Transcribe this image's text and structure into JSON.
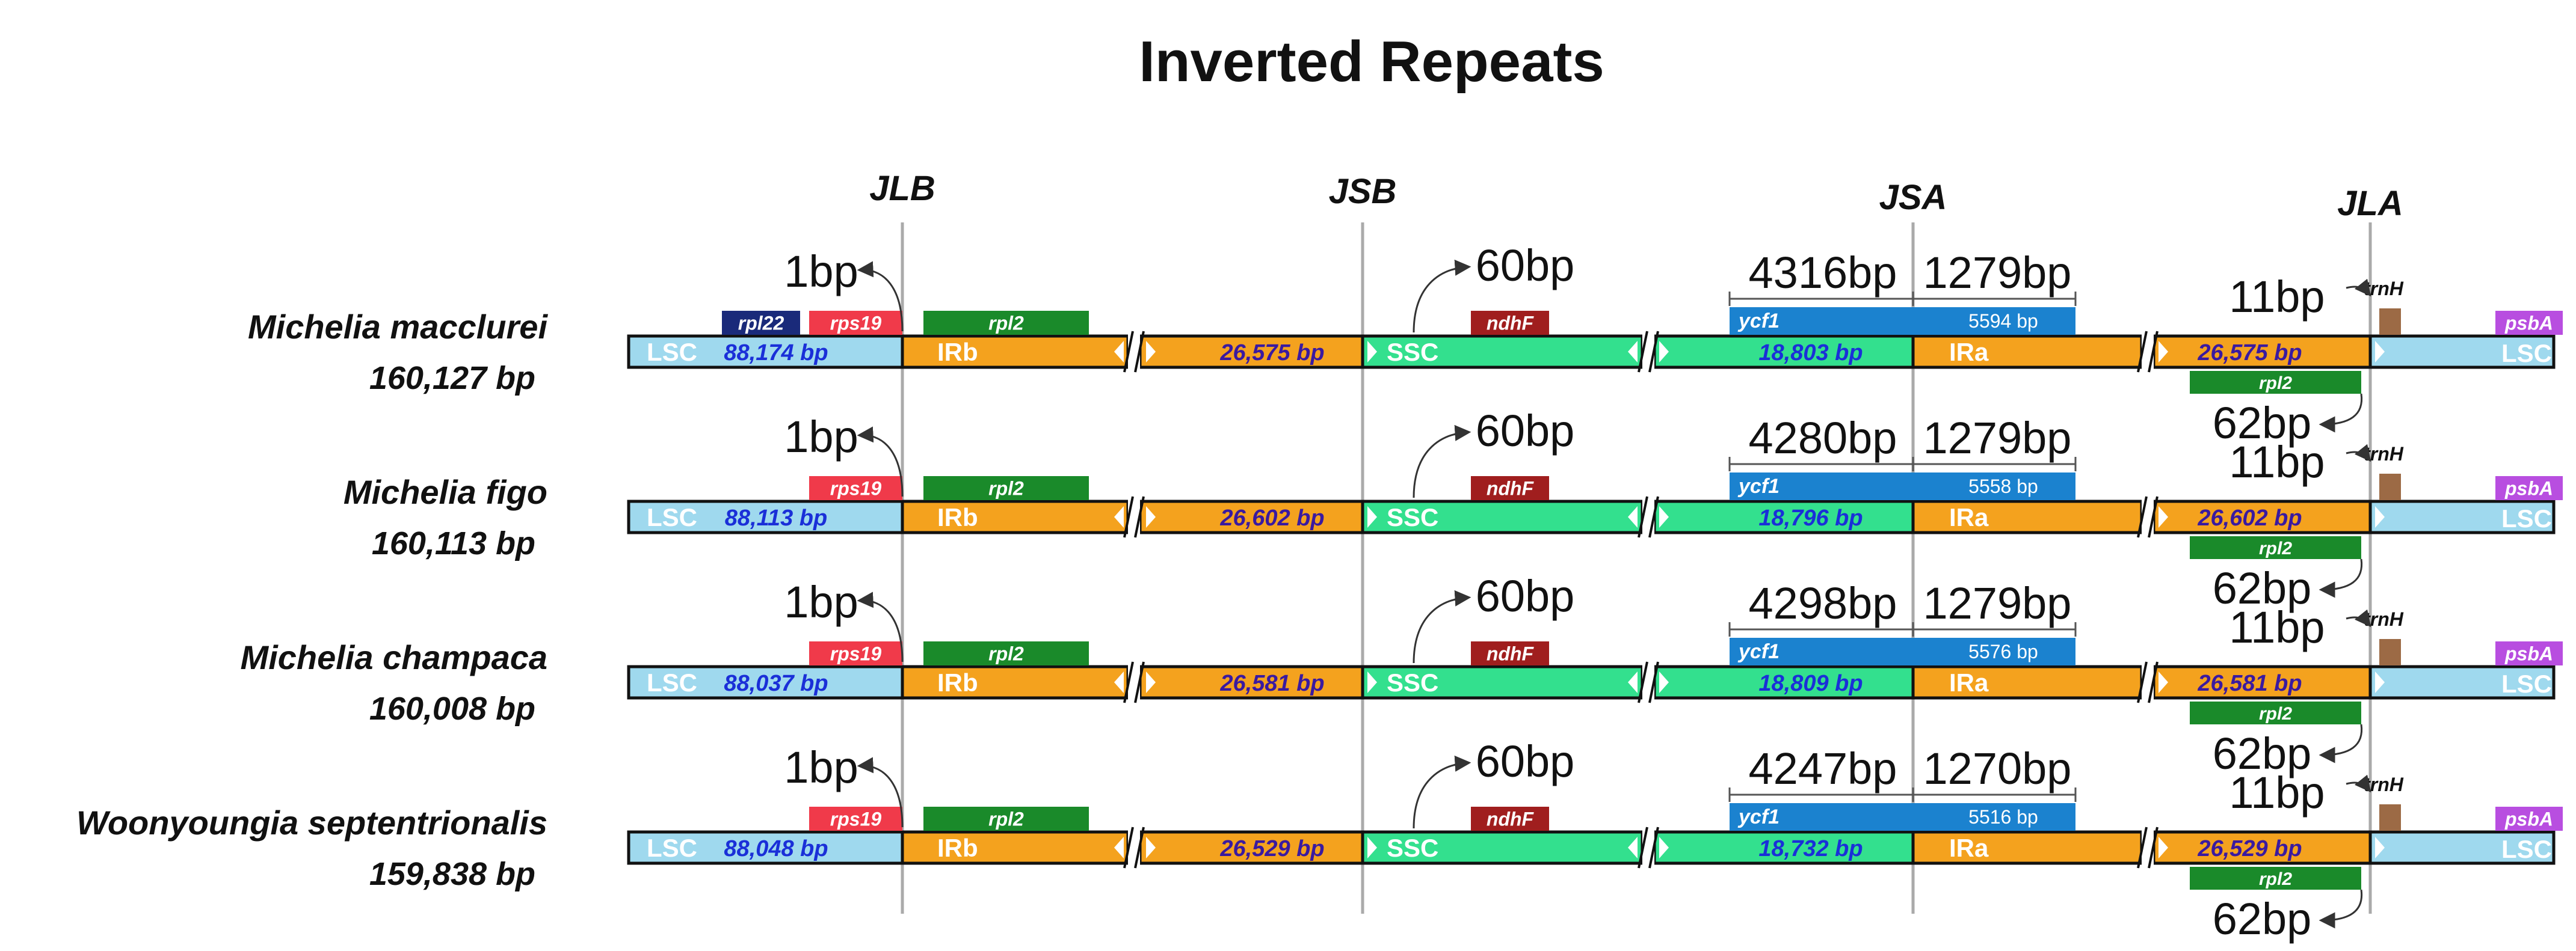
{
  "title": "Inverted Repeats",
  "junctions": [
    "JLB",
    "JSB",
    "JSA",
    "JLA"
  ],
  "region_labels": {
    "lsc": "LSC",
    "irb": "IRb",
    "ssc": "SSC",
    "ira": "IRa"
  },
  "gene_labels": {
    "rpl22": "rpl22",
    "rps19": "rps19",
    "rpl2": "rpl2",
    "ndhF": "ndhF",
    "ycf1": "ycf1",
    "trnH": "trnH",
    "psbA": "psbA"
  },
  "colors": {
    "lsc": "#9fd9ee",
    "ir": "#f4a21e",
    "ssc": "#33e08e",
    "rpl22": "#1a2a7a",
    "rps19": "#f03a4a",
    "rpl2": "#1a8a2a",
    "ndhF": "#a01e1e",
    "ycf1": "#1b82cf",
    "trnH": "#9c6a45",
    "psbA": "#b84ee0",
    "lsc_len_text": "#1a2fd8",
    "ir_len_text": "#3a1aa0",
    "ssc_len_text": "#1a2fd8"
  },
  "species": [
    {
      "name": "Michelia macclurei",
      "total": "160,127 bp",
      "lsc": "88,174 bp",
      "irb": "26,575 bp",
      "ssc": "18,803 bp",
      "ira": "26,575 bp",
      "has_rpl22": true,
      "jlb_dist": "1bp",
      "ndhf_dist": "60bp",
      "ycf1_left": "4316bp",
      "ycf1_right": "1279bp",
      "ycf1_len": "5594 bp",
      "trnh_dist": "11bp",
      "rpl2_dist": "62bp"
    },
    {
      "name": "Michelia figo",
      "total": "160,113 bp",
      "lsc": "88,113 bp",
      "irb": "26,602 bp",
      "ssc": "18,796 bp",
      "ira": "26,602 bp",
      "has_rpl22": false,
      "jlb_dist": "1bp",
      "ndhf_dist": "60bp",
      "ycf1_left": "4280bp",
      "ycf1_right": "1279bp",
      "ycf1_len": "5558 bp",
      "trnh_dist": "11bp",
      "rpl2_dist": "62bp"
    },
    {
      "name": "Michelia champaca",
      "total": "160,008 bp",
      "lsc": "88,037 bp",
      "irb": "26,581 bp",
      "ssc": "18,809 bp",
      "ira": "26,581 bp",
      "has_rpl22": false,
      "jlb_dist": "1bp",
      "ndhf_dist": "60bp",
      "ycf1_left": "4298bp",
      "ycf1_right": "1279bp",
      "ycf1_len": "5576 bp",
      "trnh_dist": "11bp",
      "rpl2_dist": "62bp"
    },
    {
      "name": "Woonyoungia septentrionalis",
      "total": "159,838 bp",
      "lsc": "88,048 bp",
      "irb": "26,529 bp",
      "ssc": "18,732 bp",
      "ira": "26,529 bp",
      "has_rpl22": false,
      "jlb_dist": "1bp",
      "ndhf_dist": "60bp",
      "ycf1_left": "4247bp",
      "ycf1_right": "1270bp",
      "ycf1_len": "5516 bp",
      "trnh_dist": "11bp",
      "rpl2_dist": "62bp"
    }
  ]
}
